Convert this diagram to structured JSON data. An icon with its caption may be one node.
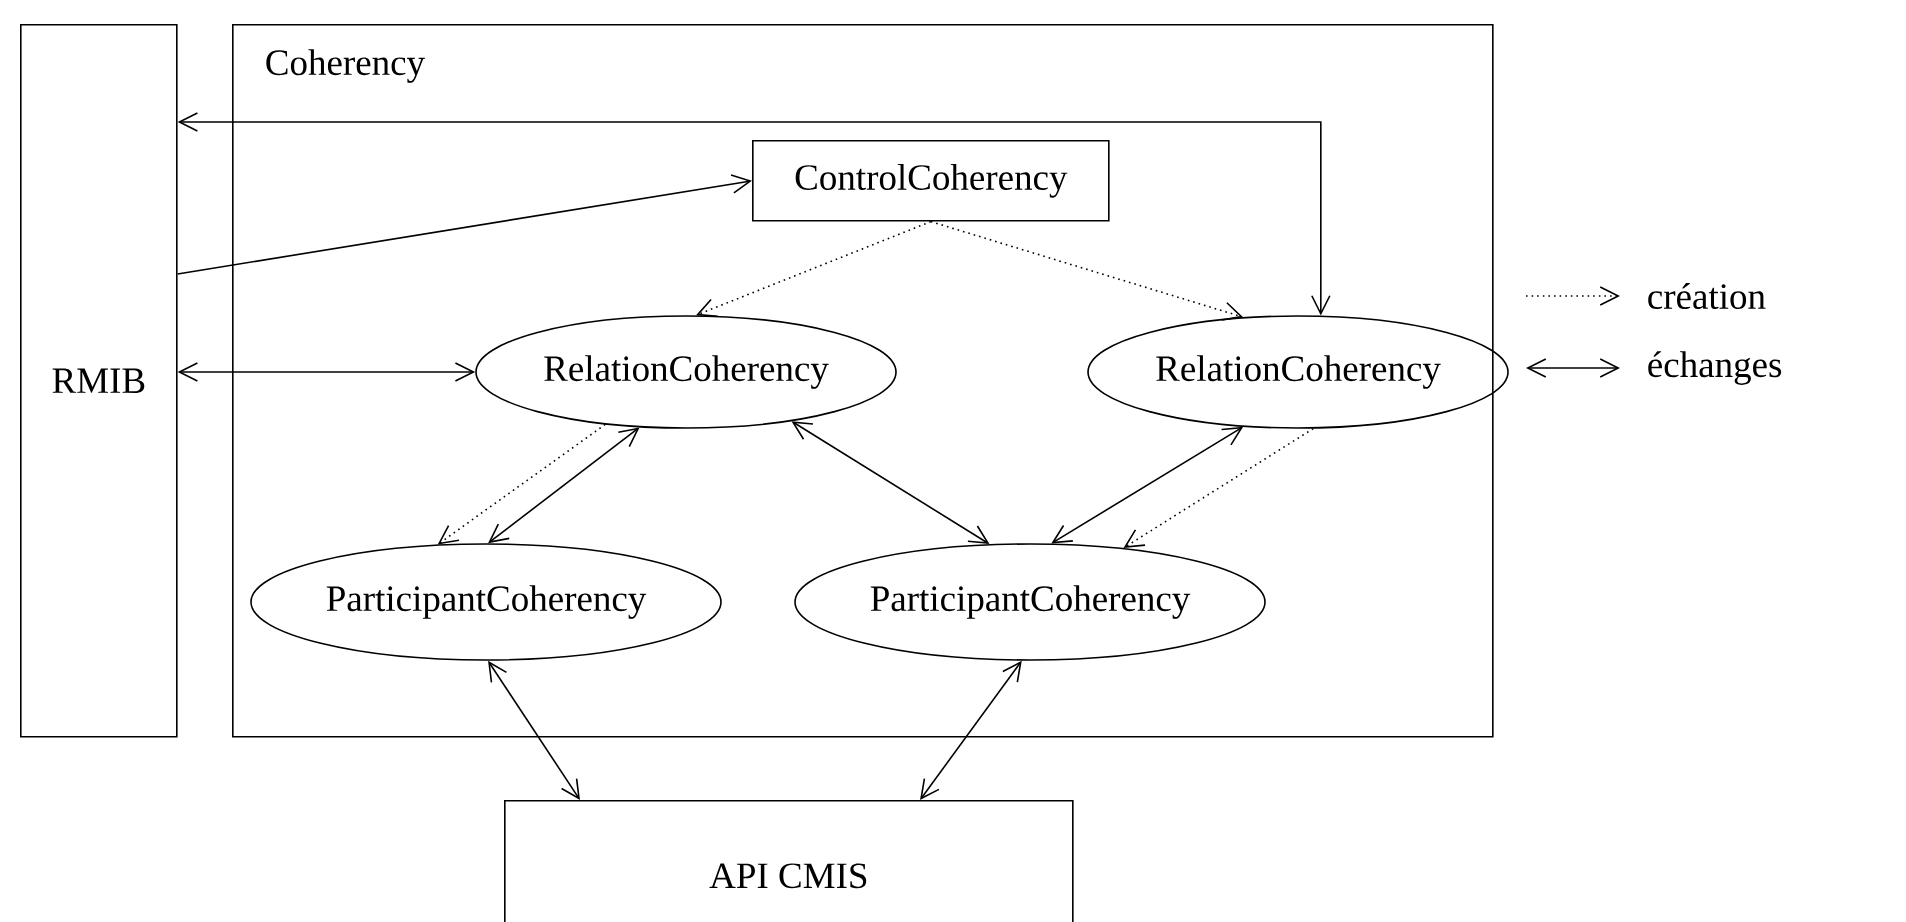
{
  "diagram": {
    "nodes": [
      {
        "text": [
          "RMIB"
        ]
      },
      {
        "text": [
          "Coherency"
        ]
      },
      {
        "text": [
          "ControlCoherency"
        ],
        "in": 1
      },
      {
        "text": [
          "RelationCoherency"
        ],
        "in": 1
      },
      {
        "text": [
          "RelationCoherency"
        ],
        "in": 1
      },
      {
        "text": [
          "ParticipantCoherency"
        ],
        "in": 1
      },
      {
        "text": [
          "ParticipantCoherency"
        ],
        "in": 1
      },
      {
        "text": [
          "API CMIS"
        ]
      }
    ],
    "edges": [
      {
        "from": 0,
        "to": 2,
        "arrow": "to"
      },
      {
        "from": 0,
        "to": 4,
        "arrow": "both"
      },
      {
        "from": 2,
        "to": 3,
        "arrow": "to",
        "style": "dashed"
      },
      {
        "from": 2,
        "to": 4,
        "arrow": "to",
        "style": "dashed"
      },
      {
        "from": 0,
        "to": 3,
        "arrow": "both"
      },
      {
        "from": 3,
        "to": 5,
        "arrow": "to",
        "style": "dashed"
      },
      {
        "from": 3,
        "to": 5,
        "arrow": "both"
      },
      {
        "from": 3,
        "to": 6,
        "arrow": "both"
      },
      {
        "from": 4,
        "to": 6,
        "arrow": "both"
      },
      {
        "from": 4,
        "to": 6,
        "arrow": "to",
        "style": "dashed"
      },
      {
        "from": 5,
        "to": 7,
        "arrow": "both"
      },
      {
        "from": 6,
        "to": 7,
        "arrow": "both"
      }
    ],
    "legend": [
      {
        "text": "création"
      },
      {
        "text": "échanges"
      }
    ]
  }
}
